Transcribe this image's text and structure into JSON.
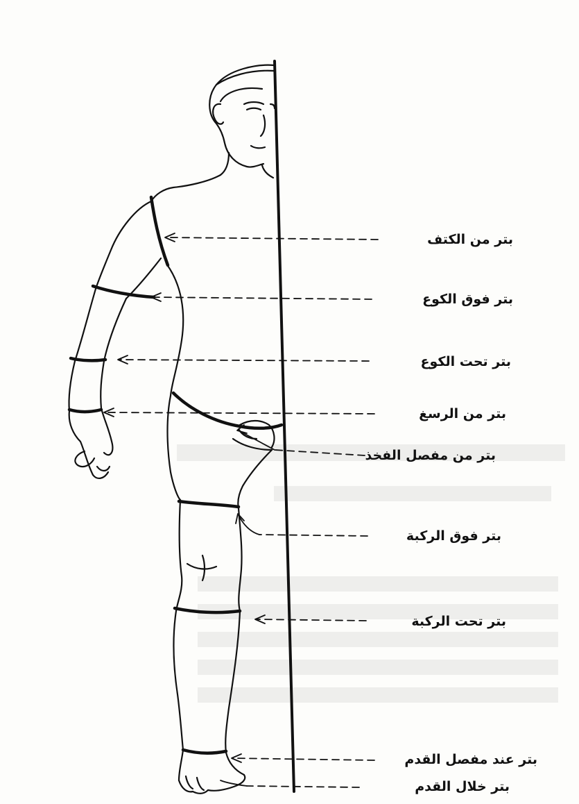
{
  "diagram": {
    "labels": [
      {
        "id": "shoulder",
        "text": "بتر من الكتف"
      },
      {
        "id": "above-elbow",
        "text": "بتر فوق الكوع"
      },
      {
        "id": "below-elbow",
        "text": "بتر تحت الكوع"
      },
      {
        "id": "wrist",
        "text": "بتر من الرسغ"
      },
      {
        "id": "hip",
        "text": "بتر من مفصل الفخذ"
      },
      {
        "id": "above-knee",
        "text": "بتر فوق الركبة"
      },
      {
        "id": "below-knee",
        "text": "بتر تحت الركبة"
      },
      {
        "id": "ankle",
        "text": "بتر عند مفصل القدم"
      },
      {
        "id": "through-foot",
        "text": "بتر خلال القدم"
      }
    ]
  },
  "colors": {
    "ink": "#111111",
    "paper": "#fdfdfb"
  }
}
